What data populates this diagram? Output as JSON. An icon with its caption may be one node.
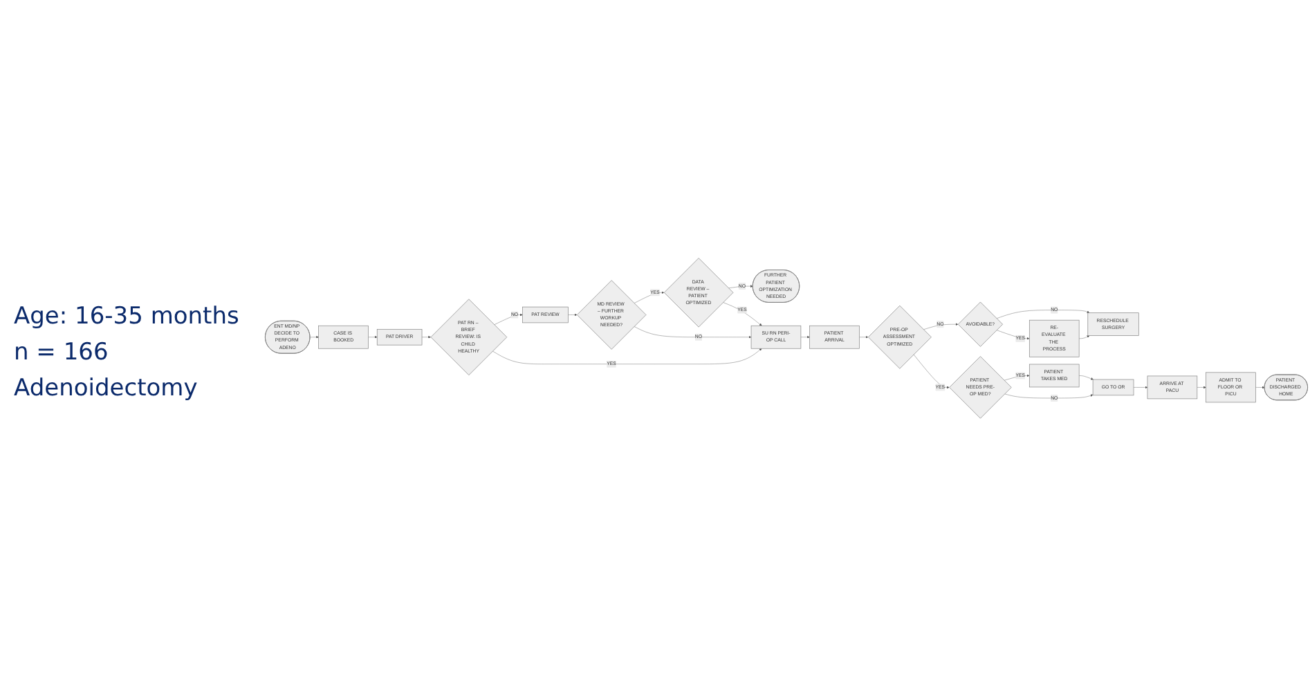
{
  "diagram": {
    "nodes": [
      {
        "text": [
          "ENT MD/NP DECIDE TO PERFORM ADENO"
        ]
      },
      {
        "text": [
          "CASE IS BOOKED"
        ]
      },
      {
        "text": [
          "PAT DRIVER"
        ]
      },
      {
        "text": [
          "PAT RN – BRIEF REVIEW: IS CHILD HEALTHY"
        ]
      },
      {
        "text": [
          "PAT REVIEW"
        ]
      },
      {
        "text": [
          "MD REVIEW – FURTHER WORKUP NEEDED?"
        ]
      },
      {
        "text": [
          "DATA REVIEW – PATIENT OPTIMIZED"
        ]
      },
      {
        "text": [
          "FURTHER PATIENT OPTIMIZATION NEEDED"
        ]
      },
      {
        "text": [
          "SU RN PERI-OP CALL"
        ]
      },
      {
        "text": [
          "PATIENT ARRIVAL"
        ]
      },
      {
        "text": [
          "PRE-OP ASSESSMENT OPTIMIZED"
        ]
      },
      {
        "text": [
          "AVOIDABLE?"
        ]
      },
      {
        "text": [
          "RESCHEDULE SURGERY"
        ]
      },
      {
        "text": [
          "RE-EVALUATE THE PROCESS"
        ]
      },
      {
        "text": [
          "PATIENT NEEDS PRE-OP MED?"
        ]
      },
      {
        "text": [
          "PATIENT TAKES MED"
        ]
      },
      {
        "text": [
          "GO TO OR"
        ]
      },
      {
        "text": [
          "ARRIVE AT PACU"
        ]
      },
      {
        "text": [
          "ADMIT TO FLOOR OR PICU"
        ]
      },
      {
        "text": [
          "PATIENT DISCHARGED HOME"
        ]
      }
    ],
    "edges": [
      {
        "from": 0,
        "to": 1,
        "arrow": "to"
      },
      {
        "from": 1,
        "to": 2,
        "arrow": "to"
      },
      {
        "from": 2,
        "to": 3,
        "arrow": "to"
      },
      {
        "from": 3,
        "to": 4,
        "arrow": "to",
        "label": "NO"
      },
      {
        "from": 3,
        "to": 8,
        "arrow": "to",
        "label": "YES"
      },
      {
        "from": 4,
        "to": 5,
        "arrow": "to"
      },
      {
        "from": 5,
        "to": 6,
        "arrow": "to",
        "label": "YES"
      },
      {
        "from": 6,
        "to": 7,
        "arrow": "to",
        "label": "NO"
      },
      {
        "from": 5,
        "to": 8,
        "arrow": "to",
        "label": "NO"
      },
      {
        "from": 6,
        "to": 8,
        "arrow": "to",
        "label": "YES"
      },
      {
        "from": 8,
        "to": 9,
        "arrow": "to"
      },
      {
        "from": 9,
        "to": 10,
        "arrow": "to"
      },
      {
        "from": 10,
        "to": 11,
        "arrow": "to",
        "label": "NO"
      },
      {
        "from": 10,
        "to": 14,
        "arrow": "to",
        "label": "YES"
      },
      {
        "from": 11,
        "to": 12,
        "arrow": "to",
        "label": "NO"
      },
      {
        "from": 11,
        "to": 13,
        "arrow": "to",
        "label": "YES"
      },
      {
        "from": 13,
        "to": 12,
        "arrow": "to"
      },
      {
        "from": 14,
        "to": 15,
        "arrow": "to",
        "label": "YES"
      },
      {
        "from": 14,
        "to": 16,
        "arrow": "to",
        "label": "NO"
      },
      {
        "from": 15,
        "to": 16,
        "arrow": "to"
      },
      {
        "from": 16,
        "to": 17,
        "arrow": "to"
      },
      {
        "from": 17,
        "to": 18,
        "arrow": "to"
      },
      {
        "from": 18,
        "to": 19,
        "arrow": "to"
      }
    ],
    "labels": [
      "Age: 16-35 months",
      "n = 166",
      "Adenoidectomy"
    ]
  }
}
